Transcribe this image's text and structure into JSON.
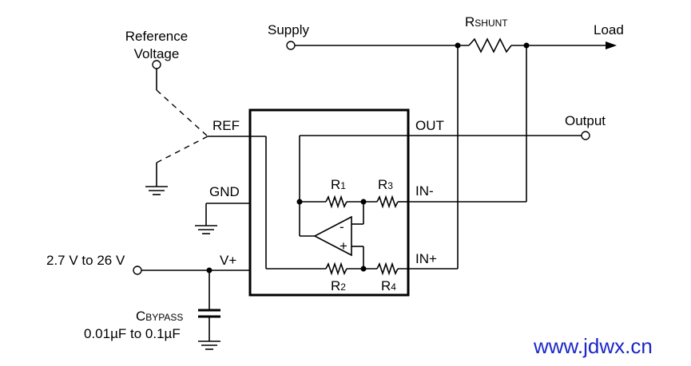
{
  "labels": {
    "reference_voltage_line1": "Reference",
    "reference_voltage_line2": "Voltage",
    "supply": "Supply",
    "rshunt_main": "R",
    "rshunt_sub": "SHUNT",
    "load": "Load",
    "output": "Output",
    "pin_ref": "REF",
    "pin_gnd": "GND",
    "pin_vplus": "V+",
    "pin_out": "OUT",
    "pin_in_minus": "IN-",
    "pin_in_plus": "IN+",
    "r1_main": "R",
    "r1_sub": "1",
    "r2_main": "R",
    "r2_sub": "2",
    "r3_main": "R",
    "r3_sub": "3",
    "r4_main": "R",
    "r4_sub": "4",
    "opamp_minus": "-",
    "opamp_plus": "+",
    "supply_range": "2.7 V to 26 V",
    "cbypass_main": "C",
    "cbypass_sub": "BYPASS",
    "cbypass_range": "0.01µF to 0.1µF",
    "watermark": "www.jdwx.cn"
  },
  "colors": {
    "wire": "#000000",
    "watermark": "#1a27c9",
    "background": "#ffffff"
  }
}
